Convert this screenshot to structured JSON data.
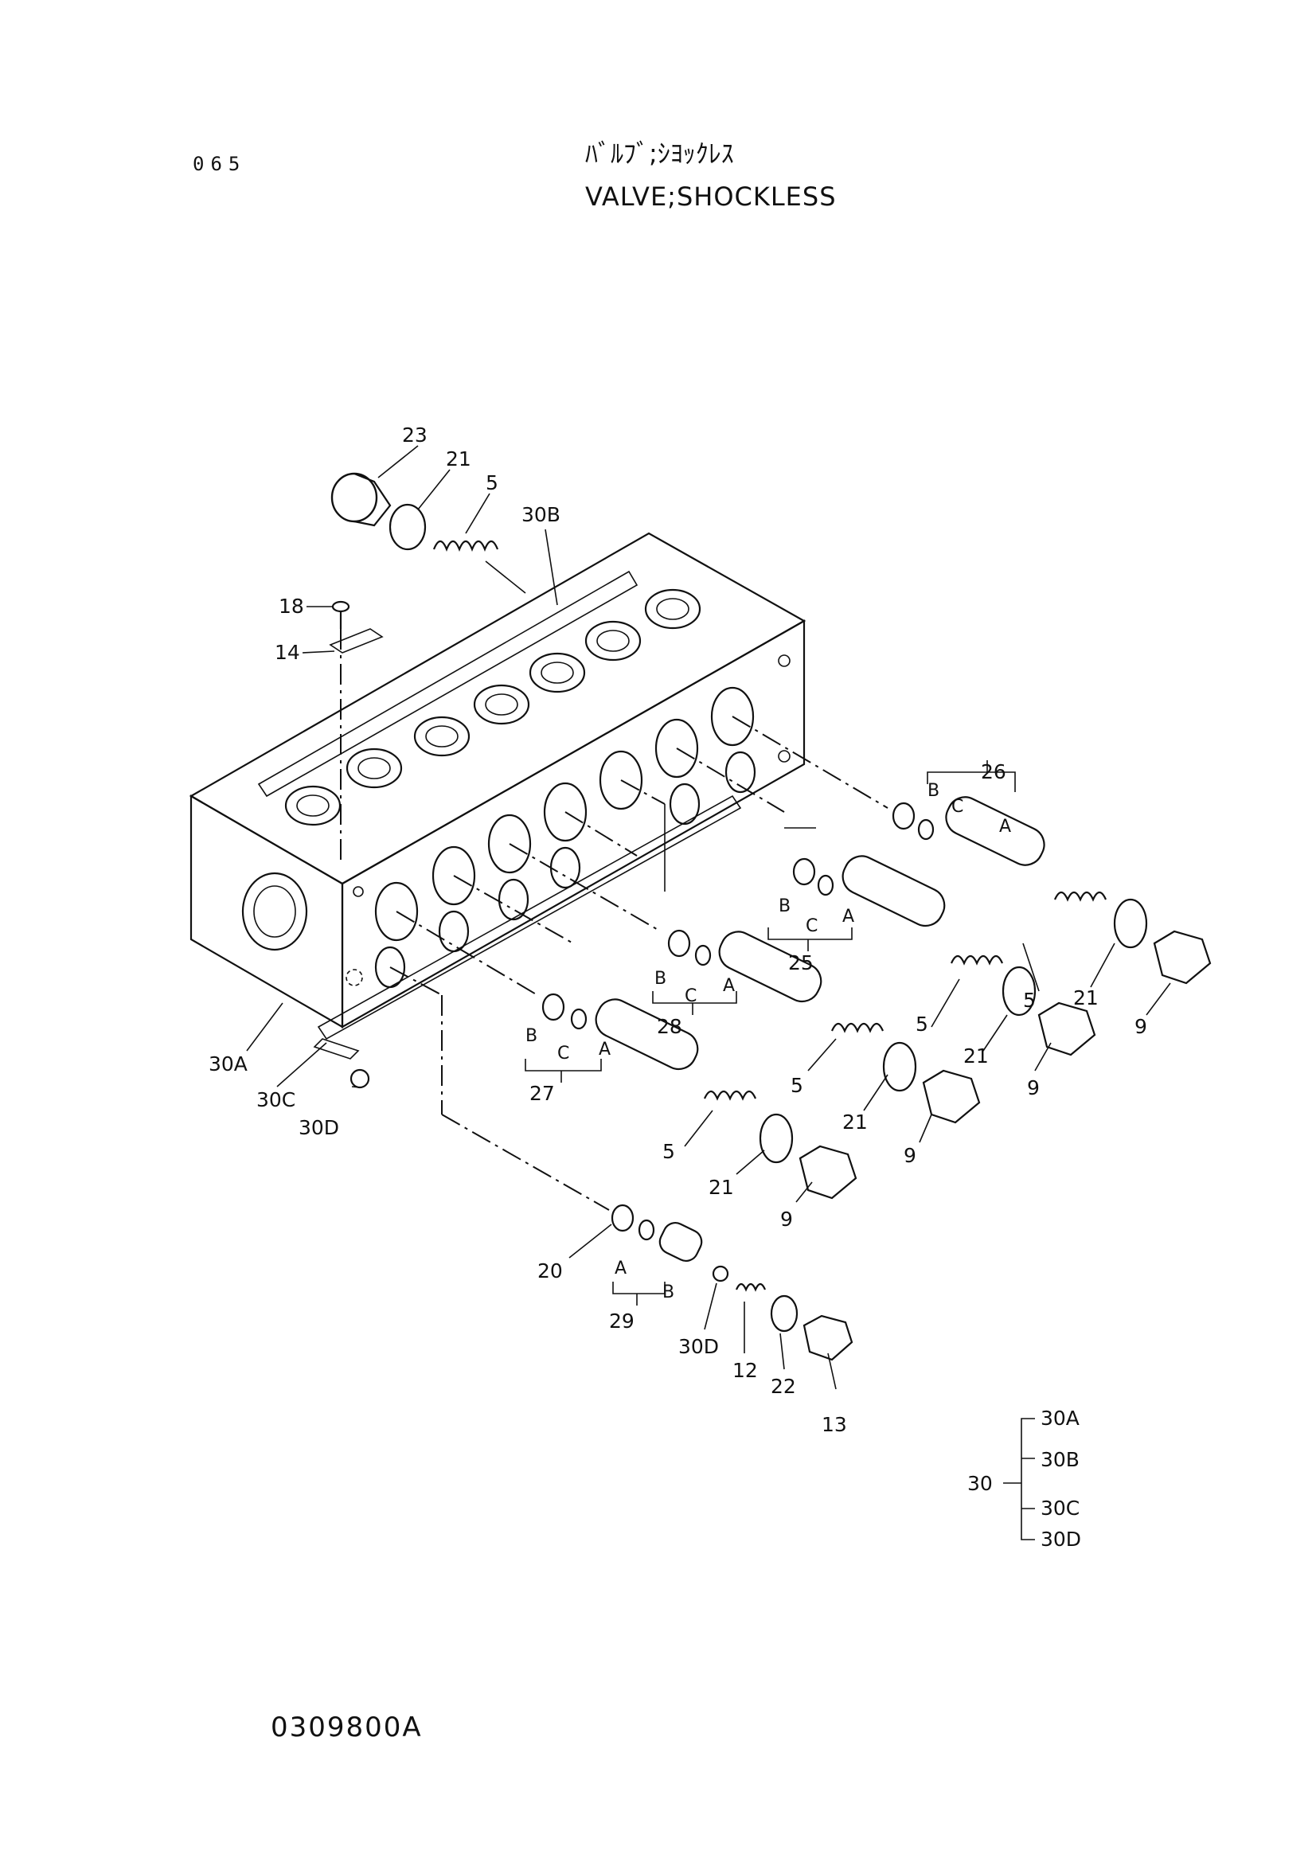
{
  "header": {
    "page_code": "065",
    "title_jp": "ﾊﾞﾙﾌﾞ;ｼﾖｯｸﾚｽ",
    "title_en": "VALVE;SHOCKLESS"
  },
  "footer": {
    "drawing_number": "0309800A"
  },
  "callouts": {
    "c23": "23",
    "c21_top": "21",
    "c5_top": "5",
    "c30b": "30B",
    "c18": "18",
    "c14": "14",
    "c26": "26",
    "c25": "25",
    "c28": "28",
    "c27": "27",
    "c29": "29",
    "c30a": "30A",
    "c30c": "30C",
    "c30d": "30D",
    "c30d_b": "30D",
    "c5_r1": "5",
    "c21_r1": "21",
    "c9_r1": "9",
    "c5_r2": "5",
    "c21_r2": "21",
    "c9_r2": "9",
    "c5_r3": "5",
    "c21_r3": "21",
    "c9_r3": "9",
    "c5_r4": "5",
    "c21_r4": "21",
    "c9_r4": "9",
    "c20": "20",
    "c12": "12",
    "c22": "22",
    "c13": "13"
  },
  "sub_letters": {
    "a": "A",
    "b": "B",
    "c": "C"
  },
  "assembly_tree": {
    "parent": "30",
    "children": [
      "30A",
      "30B",
      "30C",
      "30D"
    ]
  }
}
